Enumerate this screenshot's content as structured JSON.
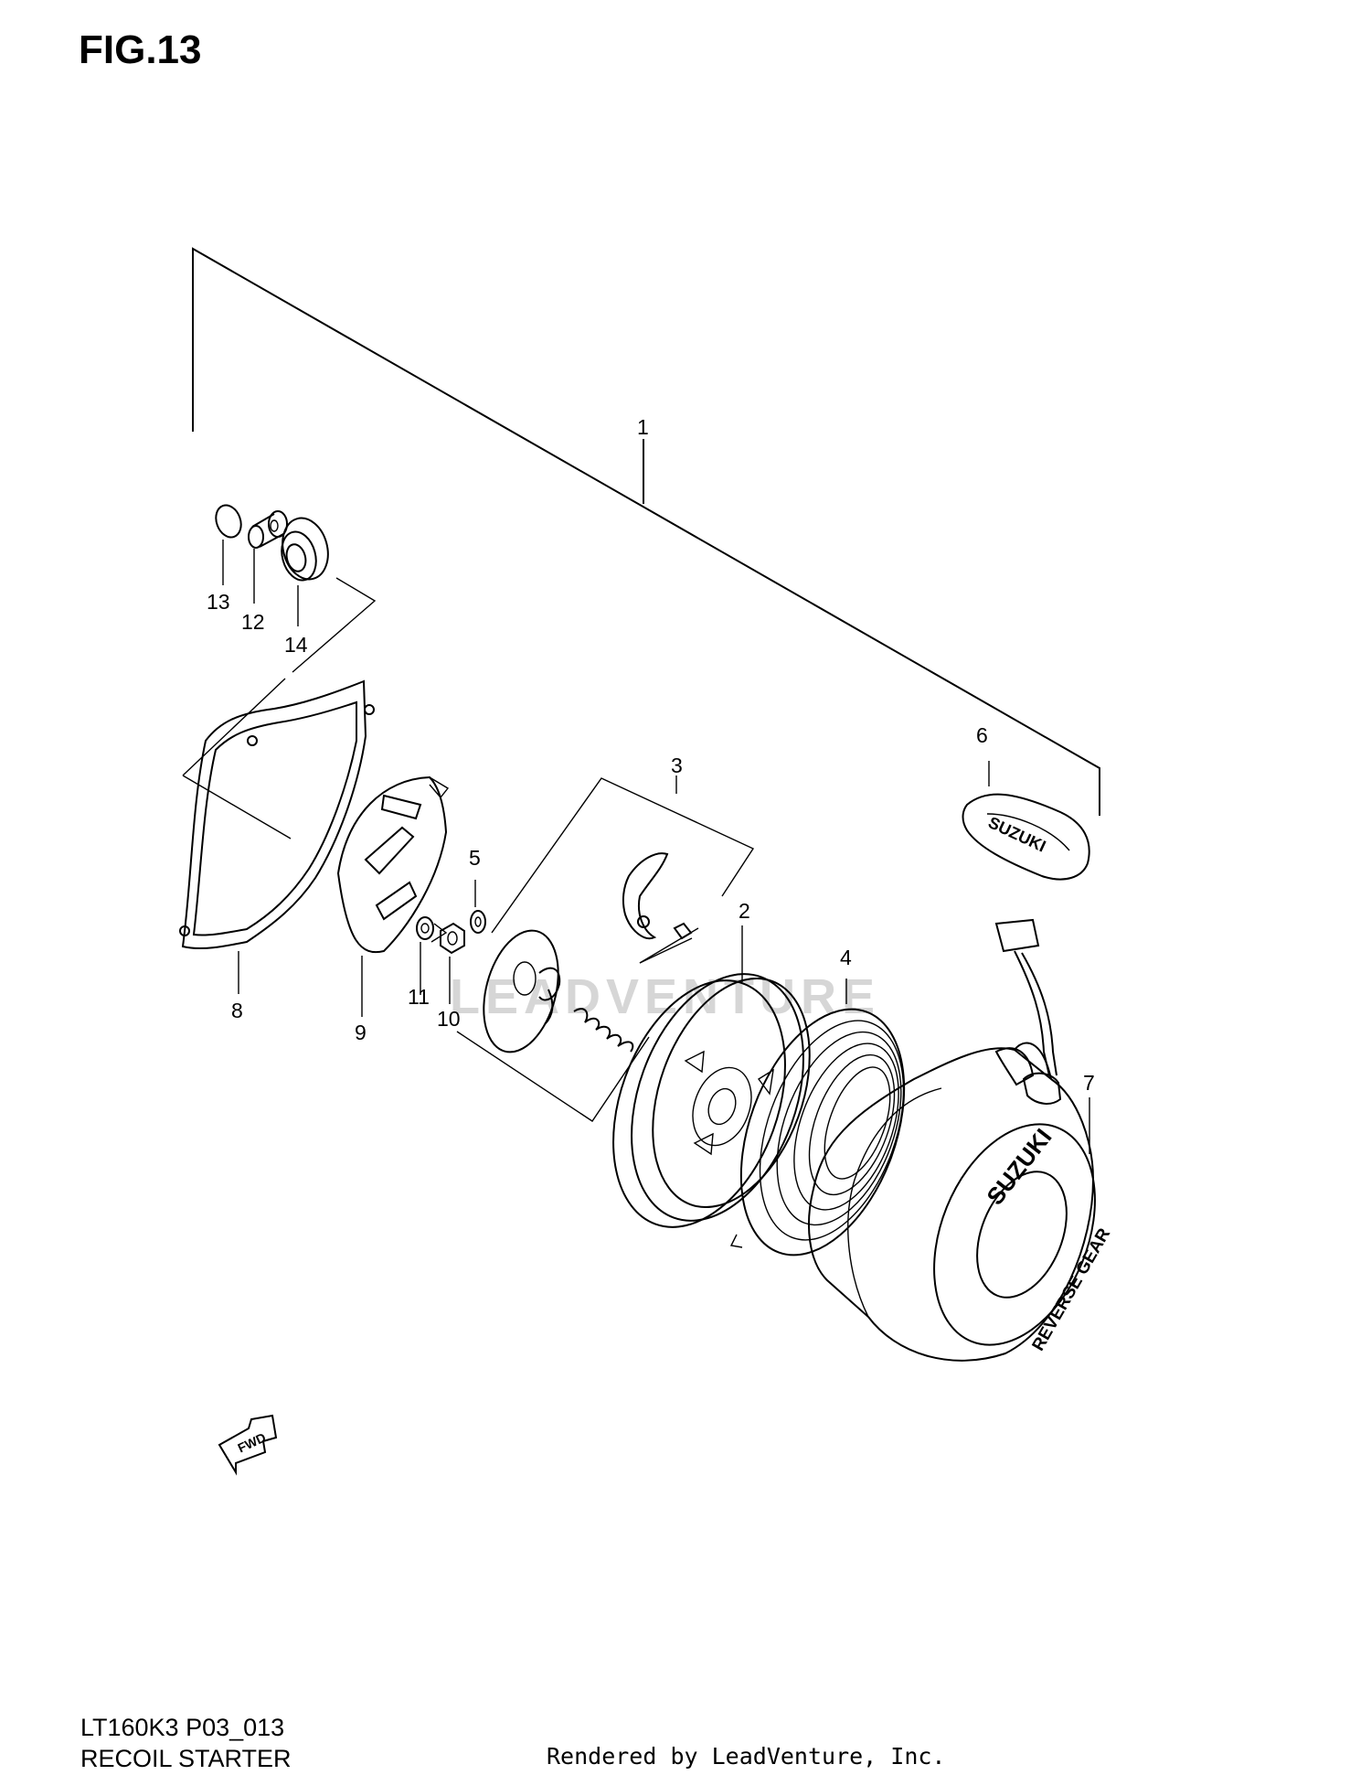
{
  "figure": {
    "title": "FIG.13",
    "model_code": "LT160K3 P03_013",
    "caption": "RECOIL STARTER"
  },
  "footer": {
    "rendered_by": "Rendered by LeadVenture, Inc."
  },
  "watermark": {
    "text": "LEADVENTURE"
  },
  "callouts": [
    {
      "id": "callout-1",
      "label": "1"
    },
    {
      "id": "callout-2",
      "label": "2"
    },
    {
      "id": "callout-3",
      "label": "3"
    },
    {
      "id": "callout-4",
      "label": "4"
    },
    {
      "id": "callout-5",
      "label": "5"
    },
    {
      "id": "callout-6",
      "label": "6"
    },
    {
      "id": "callout-7",
      "label": "7"
    },
    {
      "id": "callout-8",
      "label": "8"
    },
    {
      "id": "callout-9",
      "label": "9"
    },
    {
      "id": "callout-10",
      "label": "10"
    },
    {
      "id": "callout-11",
      "label": "11"
    },
    {
      "id": "callout-12",
      "label": "12"
    },
    {
      "id": "callout-13",
      "label": "13"
    },
    {
      "id": "callout-14",
      "label": "14"
    }
  ],
  "part_lettering": {
    "handle": "SUZUKI",
    "case_top": "SUZUKI",
    "case_bottom": "REVERSE GEAR",
    "arrow": "FWD"
  }
}
